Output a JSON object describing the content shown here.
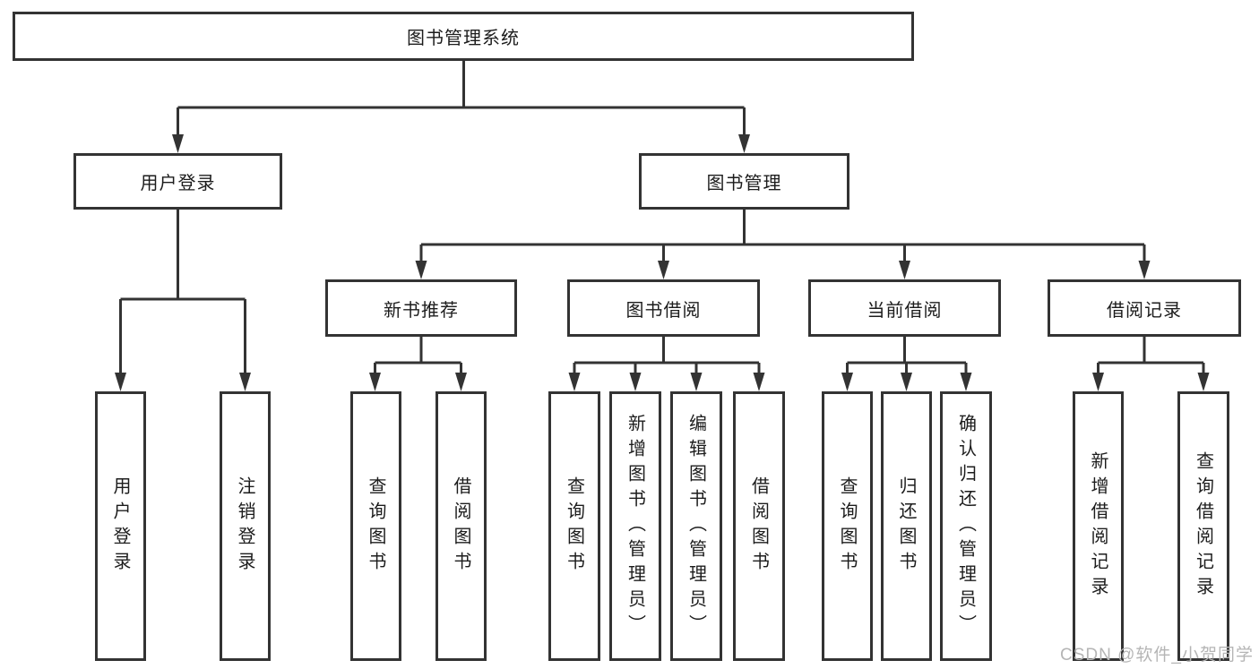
{
  "page": {
    "background": "#ffffff"
  },
  "colors": {
    "line": "#333333",
    "box_border": "#333333",
    "text": "#1c1c1c",
    "watermark": "#b5b5b5"
  },
  "diagram": {
    "type": "tree",
    "root": {
      "label": "图书管理系统"
    },
    "level2": [
      {
        "label": "用户登录"
      },
      {
        "label": "图书管理"
      }
    ],
    "level3": [
      {
        "label": "新书推荐",
        "parent": "图书管理"
      },
      {
        "label": "图书借阅",
        "parent": "图书管理"
      },
      {
        "label": "当前借阅",
        "parent": "图书管理"
      },
      {
        "label": "借阅记录",
        "parent": "图书管理"
      }
    ],
    "leaves": [
      {
        "label": "用户登录",
        "parent": "用户登录"
      },
      {
        "label": "注销登录",
        "parent": "用户登录"
      },
      {
        "label": "查询图书",
        "parent": "新书推荐"
      },
      {
        "label": "借阅图书",
        "parent": "新书推荐"
      },
      {
        "label": "查询图书",
        "parent": "图书借阅"
      },
      {
        "label": "新增图书（管理员）",
        "parent": "图书借阅"
      },
      {
        "label": "编辑图书（管理员）",
        "parent": "图书借阅"
      },
      {
        "label": "借阅图书",
        "parent": "图书借阅"
      },
      {
        "label": "查询图书",
        "parent": "当前借阅"
      },
      {
        "label": "归还图书",
        "parent": "当前借阅"
      },
      {
        "label": "确认归还（管理员）",
        "parent": "当前借阅"
      },
      {
        "label": "新增借阅记录",
        "parent": "借阅记录"
      },
      {
        "label": "查询借阅记录",
        "parent": "借阅记录"
      }
    ]
  },
  "watermark": {
    "text": "CSDN @软件_小贺同学"
  }
}
